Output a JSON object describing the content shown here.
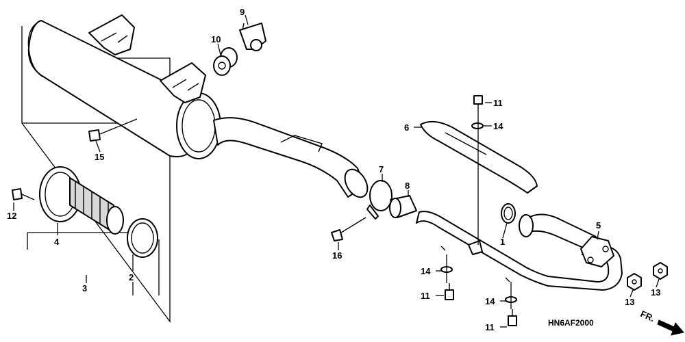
{
  "diagram": {
    "code": "HN6AF2000",
    "front_marker": "FR.",
    "callouts": {
      "c1": "1",
      "c2": "2",
      "c3": "3",
      "c4": "4",
      "c5": "5",
      "c6": "6",
      "c7": "7",
      "c8": "8",
      "c9": "9",
      "c10": "10",
      "c11a": "11",
      "c11b": "11",
      "c11c": "11",
      "c12": "12",
      "c13a": "13",
      "c13b": "13",
      "c14a": "14",
      "c14b": "14",
      "c14c": "14",
      "c15": "15",
      "c16": "16"
    },
    "icons": [
      "muffler-icon",
      "spark-arrester-icon",
      "exhaust-pipe-icon",
      "pipe-protector-icon",
      "band-clamp-icon",
      "bolt-icon",
      "washer-icon",
      "nut-icon",
      "gasket-icon",
      "front-arrow-icon"
    ]
  }
}
